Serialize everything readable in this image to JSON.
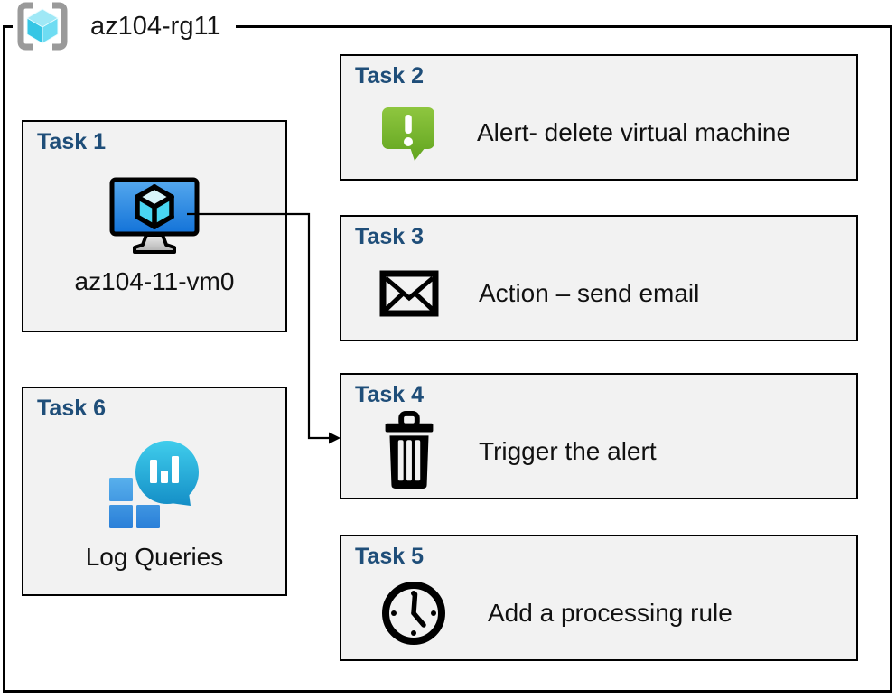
{
  "diagram": {
    "resource_group": {
      "name": "az104-rg11",
      "icon": "resource-group-icon"
    },
    "tasks": [
      {
        "id": "task-1",
        "title": "Task 1",
        "label": "az104-11-vm0",
        "icon": "virtual-machine-icon"
      },
      {
        "id": "task-2",
        "title": "Task 2",
        "label": "Alert- delete virtual machine",
        "icon": "alert-icon"
      },
      {
        "id": "task-3",
        "title": "Task 3",
        "label": "Action – send email",
        "icon": "email-icon"
      },
      {
        "id": "task-4",
        "title": "Task 4",
        "label": "Trigger the alert",
        "icon": "trash-icon"
      },
      {
        "id": "task-5",
        "title": "Task 5",
        "label": "Add a processing rule",
        "icon": "clock-icon"
      },
      {
        "id": "task-6",
        "title": "Task 6",
        "label": "Log Queries",
        "icon": "log-queries-icon"
      }
    ],
    "connector": {
      "from": "task-1-virtual-machine",
      "to": "task-4"
    },
    "colors": {
      "task_title_blue": "#1F4E79",
      "box_background": "#F2F2F2",
      "border_black": "#000000",
      "alert_green_top": "#8EC63F",
      "alert_green_bottom": "#61A41F",
      "vm_screen_blue_top": "#56A9EE",
      "vm_screen_blue_bottom": "#1272D8",
      "log_teal_top": "#40CDEC",
      "log_teal_bottom": "#118AC4",
      "log_square_blue_top": "#58B0EC",
      "log_square_blue_bottom": "#2A7FD8",
      "rg_bracket_gray": "#9A9A9A",
      "rg_cube_cyan": "#36C6E5"
    }
  }
}
